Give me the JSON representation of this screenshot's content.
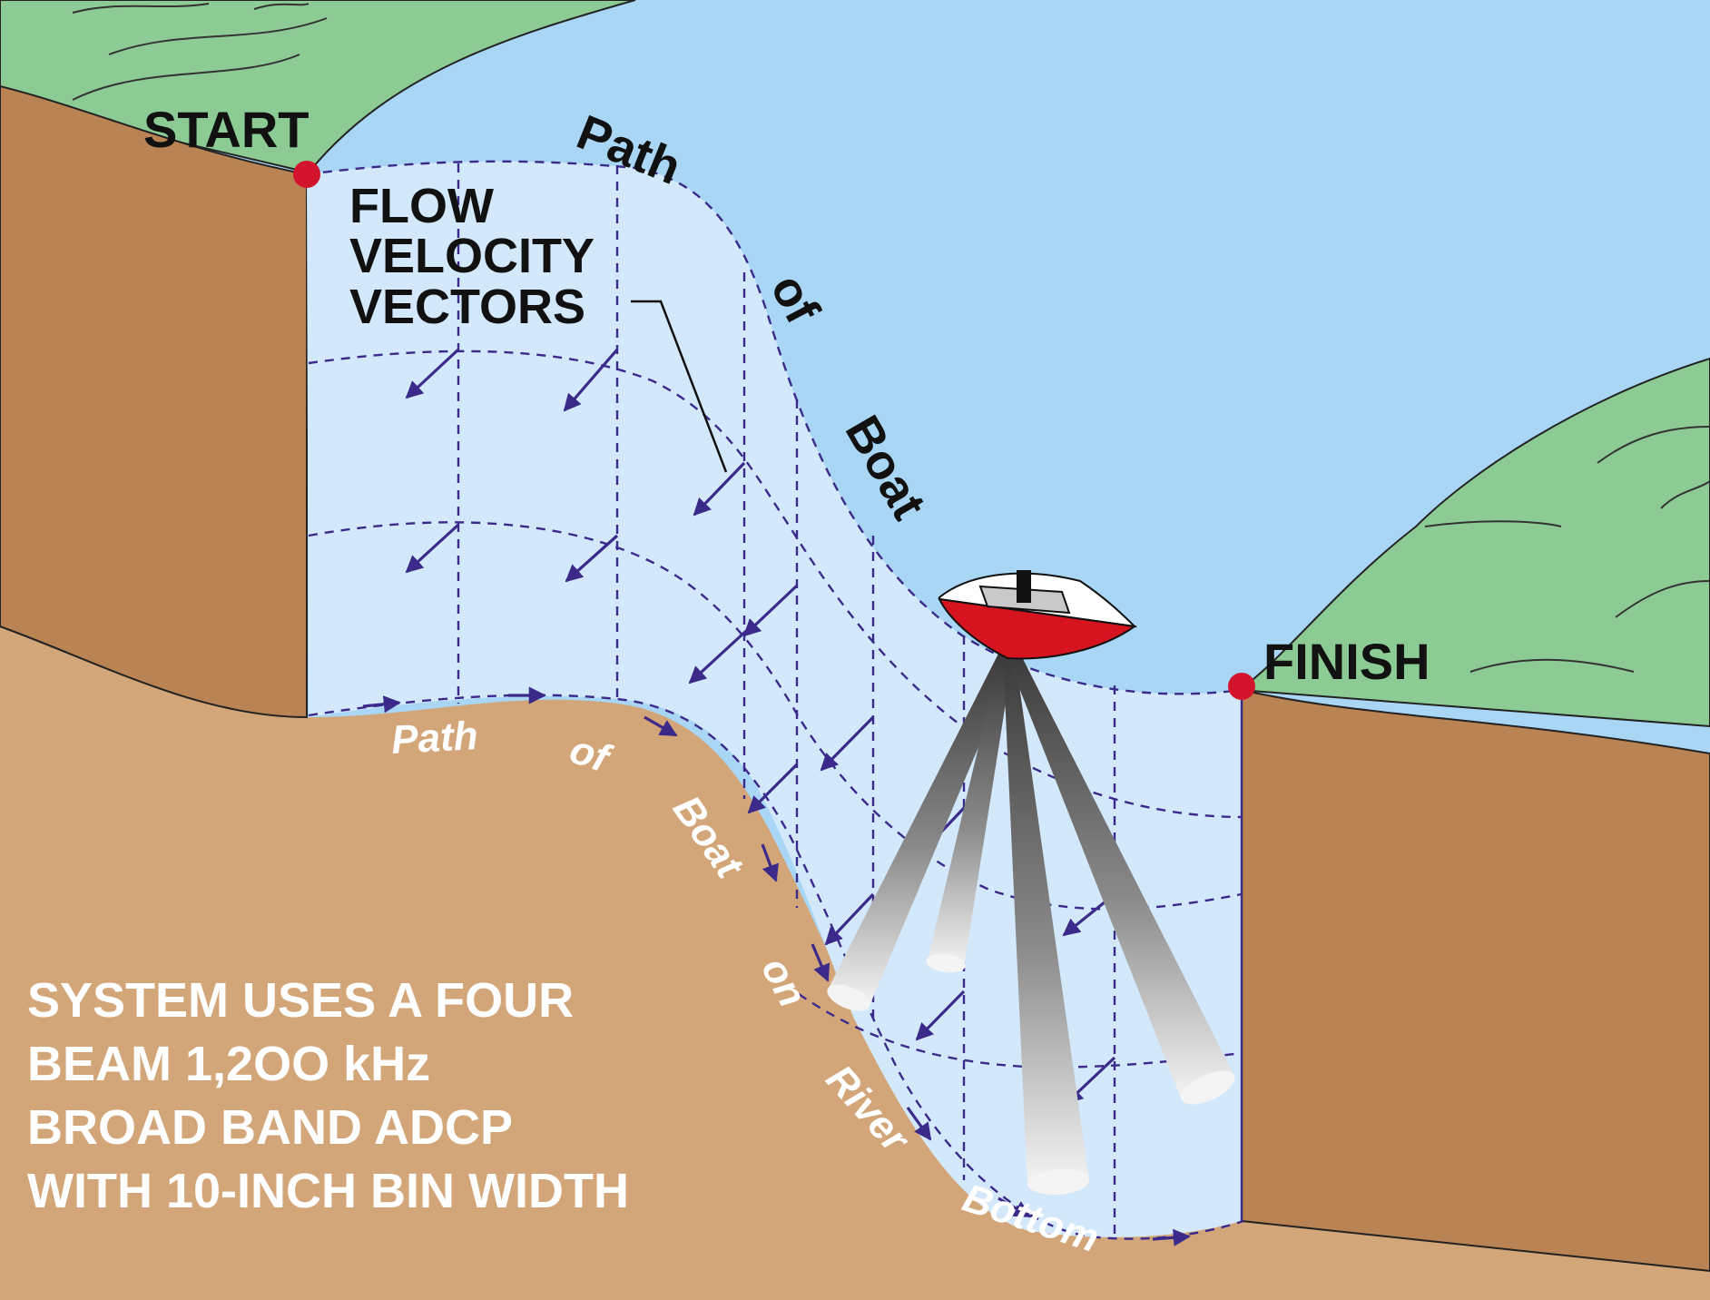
{
  "labels": {
    "start": "START",
    "finish": "FINISH",
    "flow_velocity_vectors": [
      "FLOW",
      "VELOCITY",
      "VECTORS"
    ],
    "surface_path": [
      "Path",
      "of",
      "Boat"
    ],
    "bottom_path": [
      "Path",
      "of",
      "Boat",
      "on",
      "River",
      "Bottom"
    ],
    "system_note": [
      "SYSTEM USES A FOUR",
      "BEAM 1,2OO kHz",
      "BROAD BAND ADCP",
      "WITH 10-INCH BIN WIDTH"
    ]
  },
  "colors": {
    "sky_water": "#a9d6f5",
    "cross_section": "#d3e8fb",
    "grass": "#8ccb94",
    "bank": "#b98353",
    "riverbed": "#d3a679",
    "grid_and_vectors": "#3b2a8a",
    "markers": "#d2142c",
    "boat_hull": "#d6141f"
  }
}
